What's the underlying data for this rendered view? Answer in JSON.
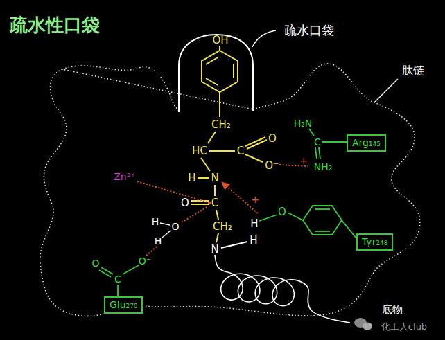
{
  "diagram": {
    "title": "疏水性口袋",
    "nodes": [
      {
        "text": [
          "Arg₁₄₅"
        ]
      },
      {
        "text": [
          "Tyr₂₄₈"
        ]
      },
      {
        "text": [
          "Glu₂₇₀"
        ]
      }
    ],
    "labels": [
      "疏水口袋",
      "肽链",
      "OH",
      "CH₂",
      "HC",
      "C",
      "O",
      "O⁻",
      "+",
      "H₂N",
      "C",
      "NH₂",
      "Zn²⁺",
      "H",
      "N",
      "O",
      "C",
      "CH₂",
      "N",
      "H",
      "H",
      "O",
      "H",
      "+",
      "H",
      "O",
      "O",
      "C",
      "O⁻",
      "底物",
      "化工人club"
    ]
  }
}
